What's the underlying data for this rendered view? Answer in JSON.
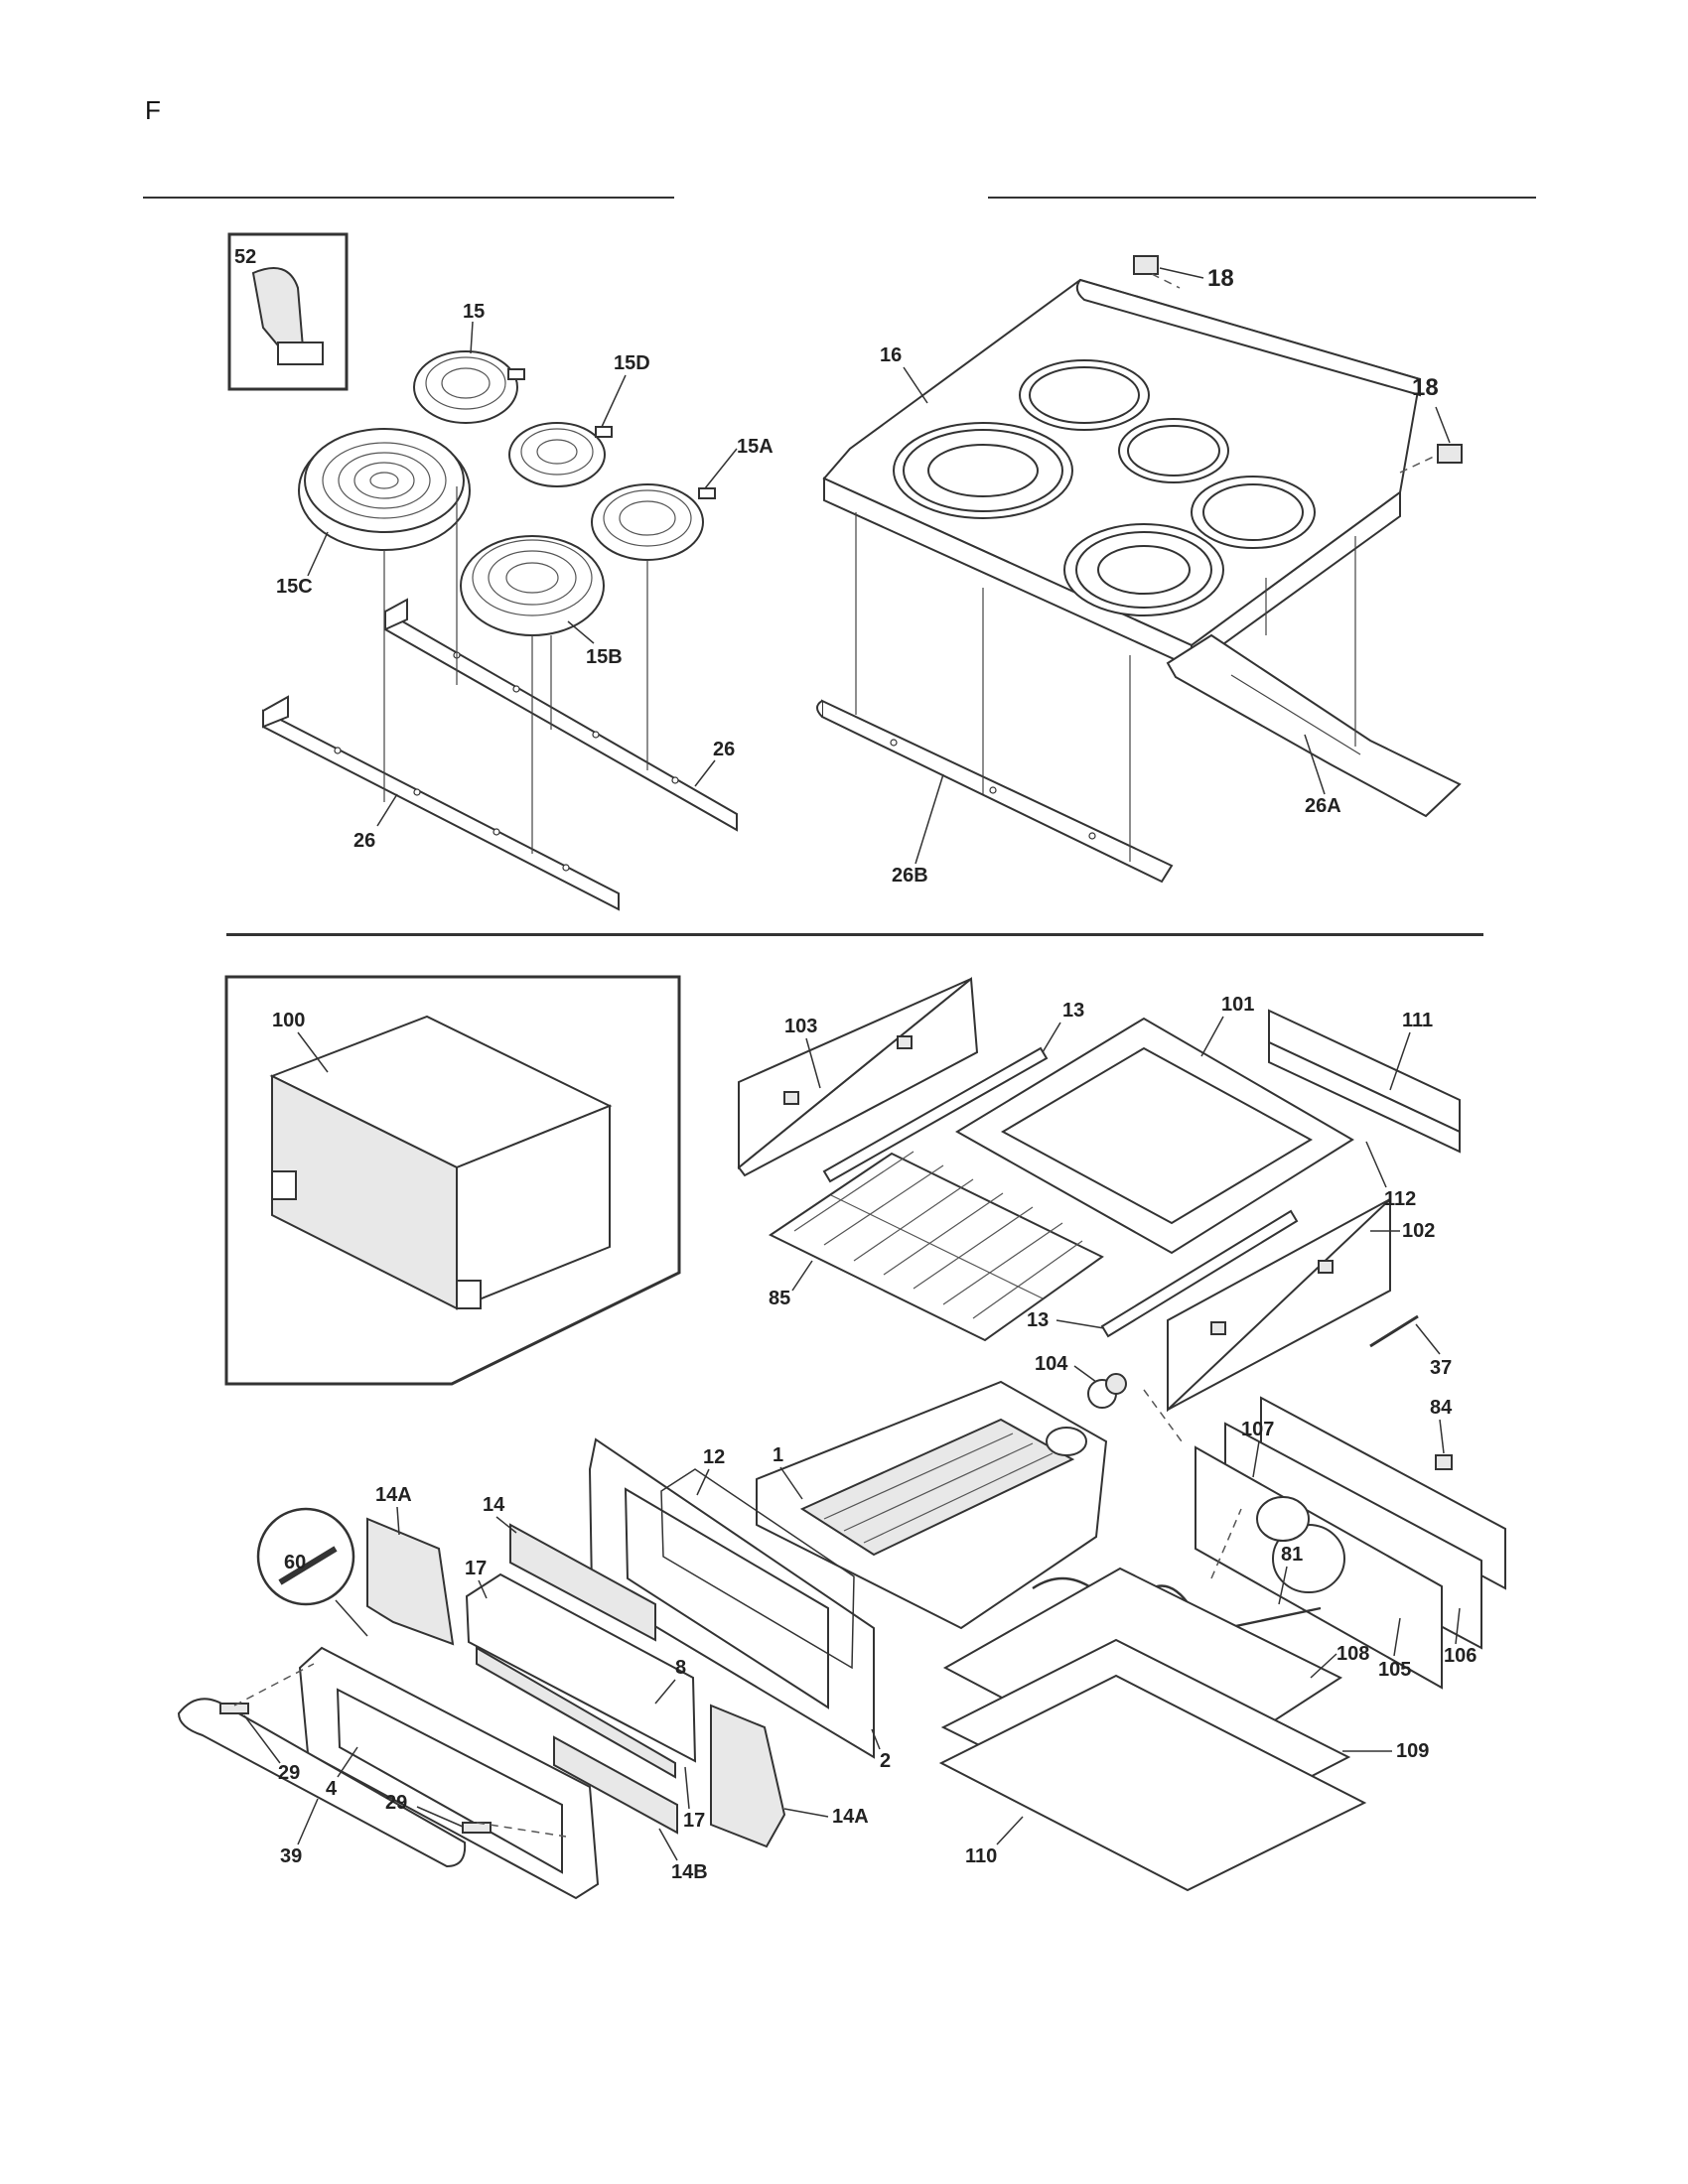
{
  "page": {
    "corner_mark": "F"
  },
  "labels": {
    "p52": "52",
    "p15": "15",
    "p15D": "15D",
    "p15A": "15A",
    "p15C": "15C",
    "p15B": "15B",
    "p26a": "26",
    "p26b": "26",
    "p16": "16",
    "p18a": "18",
    "p18b": "18",
    "p26A": "26A",
    "p26B": "26B",
    "p100": "100",
    "p103": "103",
    "p13a": "13",
    "p101": "101",
    "p111": "111",
    "p112": "112",
    "p102": "102",
    "p85": "85",
    "p13b": "13",
    "p37": "37",
    "p104": "104",
    "p1": "1",
    "p107": "107",
    "p84": "84",
    "p12": "12",
    "p14A_a": "14A",
    "p14": "14",
    "p60": "60",
    "p17a": "17",
    "p8": "8",
    "p81": "81",
    "p108": "108",
    "p105": "105",
    "p106": "106",
    "p2": "2",
    "p29a": "29",
    "p4": "4",
    "p109": "109",
    "p29b": "29",
    "p17b": "17",
    "p14A_b": "14A",
    "p39": "39",
    "p14B": "14B",
    "p110": "110"
  },
  "colors": {
    "line": "#333333",
    "fill": "#ffffff",
    "shade": "#e8e8e8"
  }
}
